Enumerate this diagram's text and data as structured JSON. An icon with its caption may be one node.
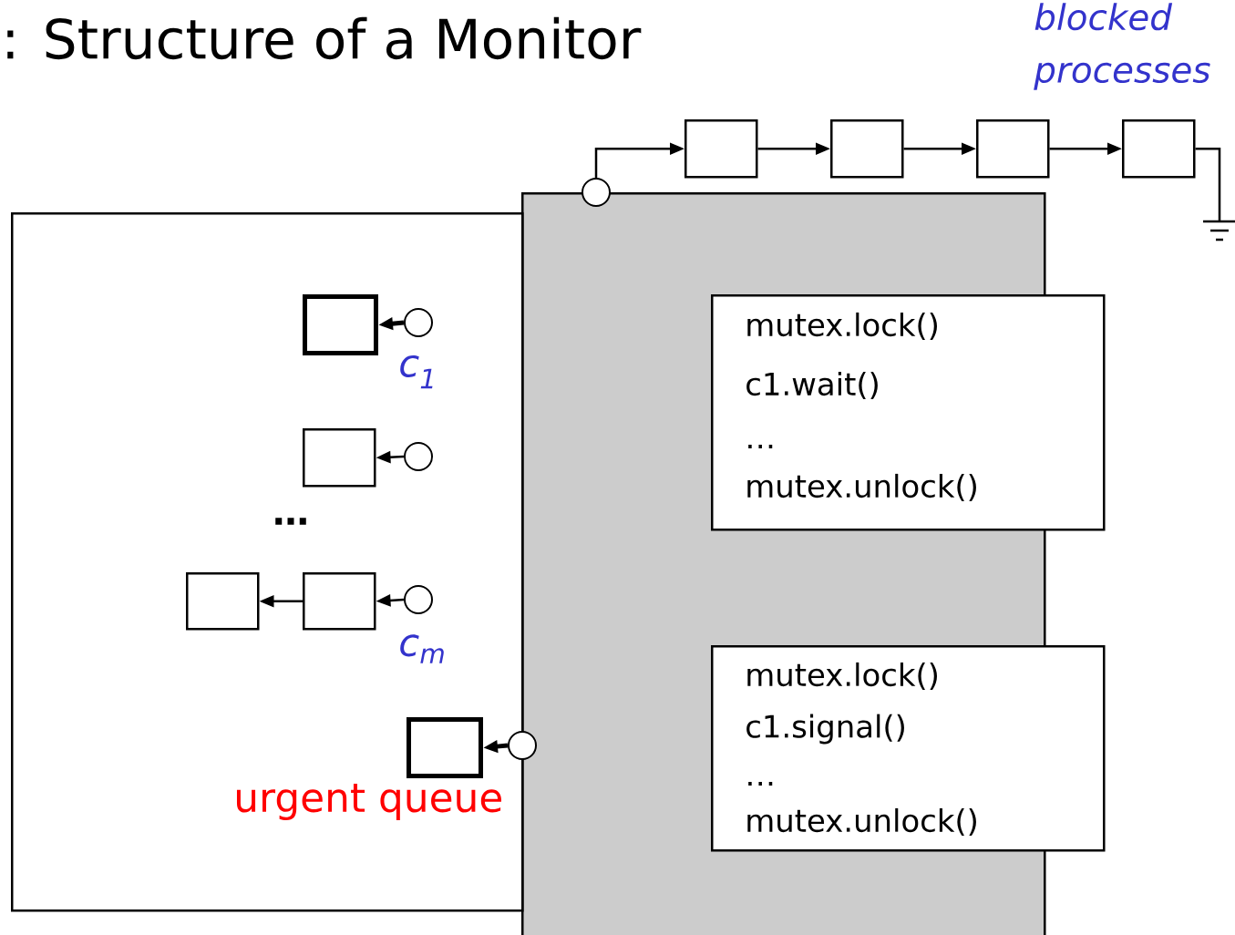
{
  "diagram": {
    "title": ": Structure of a Monitor",
    "nodes": [
      {
        "text": [],
        "shape": "box"
      },
      {
        "text": [],
        "shape": "circle"
      },
      {
        "text": [],
        "shape": "box"
      },
      {
        "text": [],
        "shape": "box"
      },
      {
        "text": [],
        "shape": "box"
      },
      {
        "text": [],
        "shape": "box"
      },
      {
        "text": [],
        "shape": "ground"
      },
      {
        "text": [],
        "shape": "box"
      },
      {
        "text": [],
        "shape": "box",
        "in": 7
      },
      {
        "text": [],
        "shape": "circle",
        "in": 7,
        "beside": [
          "c$_{1}$"
        ]
      },
      {
        "text": [],
        "shape": "box",
        "in": 7
      },
      {
        "text": [],
        "shape": "circle",
        "in": 7
      },
      {
        "text": [],
        "shape": "box",
        "in": 7
      },
      {
        "text": [],
        "shape": "box",
        "in": 7
      },
      {
        "text": [],
        "shape": "circle",
        "in": 7,
        "beside": [
          "c$_{m}$"
        ]
      },
      {
        "text": [],
        "shape": "box",
        "in": 7
      },
      {
        "text": [],
        "shape": "circle"
      },
      {
        "text": [
          "mutex.lock()",
          "c1.wait()",
          "…",
          "mutex.unlock()"
        ]
      },
      {
        "text": [
          "mutex.lock()",
          "c1.signal()",
          "…",
          "mutex.unlock()"
        ]
      }
    ],
    "edges": [
      {
        "from": 1,
        "to": 2,
        "arrow": "to"
      },
      {
        "from": 2,
        "to": 3,
        "arrow": "to"
      },
      {
        "from": 3,
        "to": 4,
        "arrow": "to"
      },
      {
        "from": 4,
        "to": 5,
        "arrow": "to"
      },
      {
        "from": 5,
        "to": 6,
        "arrow": "none"
      },
      {
        "from": 9,
        "to": 8,
        "arrow": "to",
        "style": "thick"
      },
      {
        "from": 11,
        "to": 10,
        "arrow": "to"
      },
      {
        "from": 14,
        "to": 13,
        "arrow": "to"
      },
      {
        "from": 13,
        "to": 12,
        "arrow": "to"
      },
      {
        "from": 16,
        "to": 15,
        "arrow": "to",
        "style": "thick"
      }
    ],
    "labels": [
      "blocked processes",
      "…",
      "urgent queue"
    ]
  }
}
